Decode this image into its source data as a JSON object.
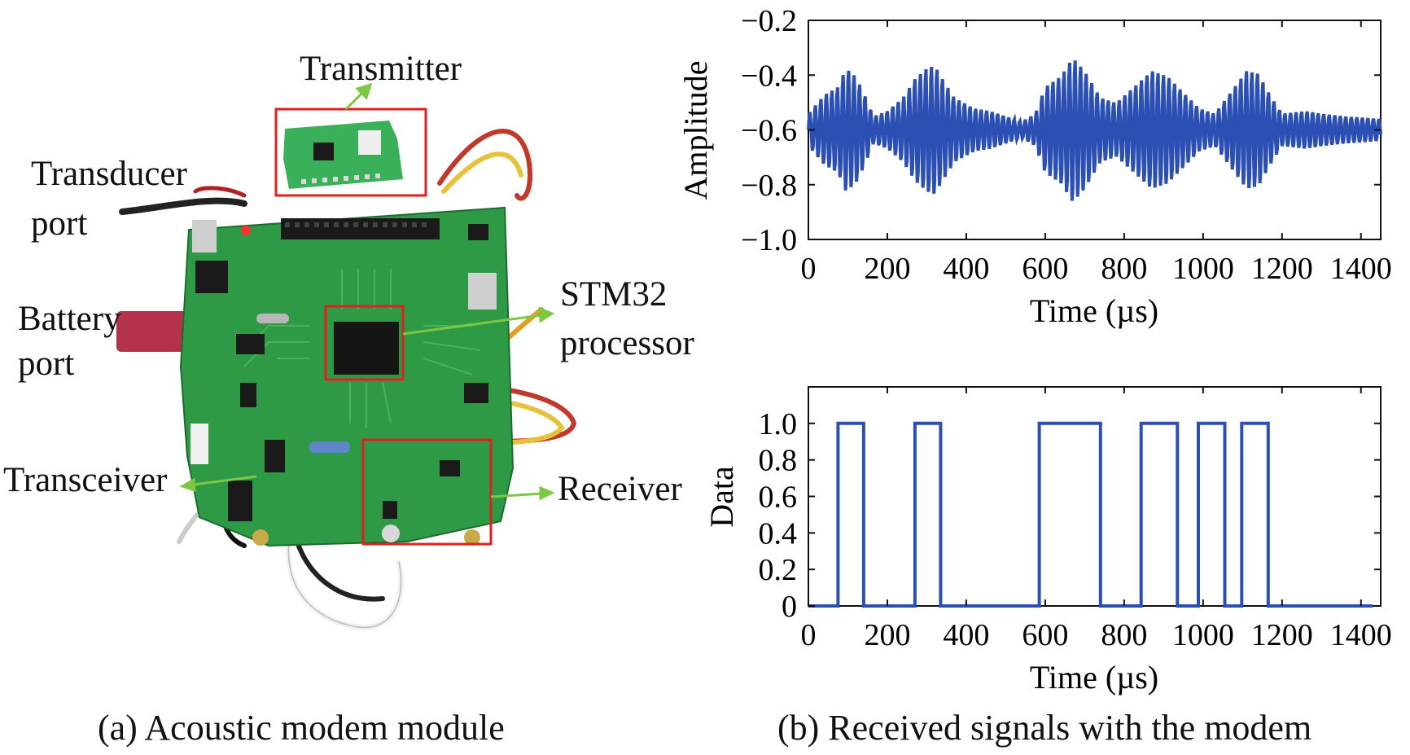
{
  "left_panel": {
    "caption": "(a) Acoustic modem module",
    "labels": {
      "transmitter": "Transmitter",
      "transducer_1": "Transducer",
      "transducer_2": "port",
      "battery_1": "Battery",
      "battery_2": "port",
      "stm32_1": "STM32",
      "stm32_2": "processor",
      "transceiver": "Transceiver",
      "receiver": "Receiver"
    }
  },
  "right_panel": {
    "caption": "(b) Received signals with the modem"
  },
  "colors": {
    "signal": "#2b4fb3",
    "highlight_box": "#e02020",
    "arrow": "#7cc843",
    "board": "#2f9a45"
  },
  "chart_data": [
    {
      "type": "line",
      "title": "",
      "xlabel": "Time (µs)",
      "ylabel": "Amplitude",
      "xlim": [
        0,
        1450
      ],
      "ylim": [
        -1.0,
        -0.2
      ],
      "xticks": [
        0,
        200,
        400,
        600,
        800,
        1000,
        1200,
        1400
      ],
      "xtick_labels": [
        "0",
        "200",
        "400",
        "600",
        "800",
        "1000",
        "1200",
        "1400"
      ],
      "yticks": [
        -1.0,
        -0.8,
        -0.6,
        -0.4,
        -0.2
      ],
      "ytick_labels": [
        "−1.0",
        "−0.8",
        "−0.6",
        "−0.4",
        "−0.2"
      ],
      "grid": false,
      "series": [
        {
          "mean": -0.6,
          "carrier_period_us": 14,
          "x_step_us": 2,
          "envelope": [
            [
              0,
              0.06
            ],
            [
              40,
              0.13
            ],
            [
              75,
              0.16
            ],
            [
              95,
              0.23
            ],
            [
              120,
              0.2
            ],
            [
              140,
              0.14
            ],
            [
              165,
              0.05
            ],
            [
              200,
              0.07
            ],
            [
              240,
              0.12
            ],
            [
              270,
              0.19
            ],
            [
              300,
              0.23
            ],
            [
              320,
              0.24
            ],
            [
              340,
              0.19
            ],
            [
              370,
              0.12
            ],
            [
              420,
              0.08
            ],
            [
              460,
              0.07
            ],
            [
              500,
              0.05
            ],
            [
              540,
              0.03
            ],
            [
              575,
              0.06
            ],
            [
              600,
              0.16
            ],
            [
              640,
              0.2
            ],
            [
              670,
              0.27
            ],
            [
              700,
              0.22
            ],
            [
              740,
              0.12
            ],
            [
              780,
              0.1
            ],
            [
              840,
              0.18
            ],
            [
              870,
              0.22
            ],
            [
              910,
              0.2
            ],
            [
              950,
              0.14
            ],
            [
              990,
              0.08
            ],
            [
              1030,
              0.06
            ],
            [
              1070,
              0.14
            ],
            [
              1110,
              0.22
            ],
            [
              1140,
              0.21
            ],
            [
              1170,
              0.13
            ],
            [
              1200,
              0.06
            ],
            [
              1260,
              0.07
            ],
            [
              1300,
              0.06
            ],
            [
              1360,
              0.05
            ],
            [
              1450,
              0.04
            ]
          ]
        }
      ]
    },
    {
      "type": "line",
      "title": "",
      "xlabel": "Time (µs)",
      "ylabel": "Data",
      "xlim": [
        0,
        1450
      ],
      "ylim": [
        0,
        1.2
      ],
      "xticks": [
        0,
        200,
        400,
        600,
        800,
        1000,
        1200,
        1400
      ],
      "xtick_labels": [
        "0",
        "200",
        "400",
        "600",
        "800",
        "1000",
        "1200",
        "1400"
      ],
      "yticks": [
        0,
        0.2,
        0.4,
        0.6,
        0.8,
        1.0
      ],
      "ytick_labels": [
        "0",
        "0.2",
        "0.4",
        "0.6",
        "0.8",
        "1.0"
      ],
      "grid": false,
      "series": [
        {
          "x": [
            0,
            75,
            75,
            140,
            140,
            270,
            270,
            335,
            335,
            585,
            585,
            740,
            740,
            843,
            843,
            935,
            935,
            988,
            988,
            1055,
            1055,
            1098,
            1098,
            1165,
            1165,
            1430
          ],
          "y": [
            0,
            0,
            1,
            1,
            0,
            0,
            1,
            1,
            0,
            0,
            1,
            1,
            0,
            0,
            1,
            1,
            0,
            0,
            1,
            1,
            0,
            0,
            1,
            1,
            0,
            0
          ]
        }
      ]
    }
  ]
}
